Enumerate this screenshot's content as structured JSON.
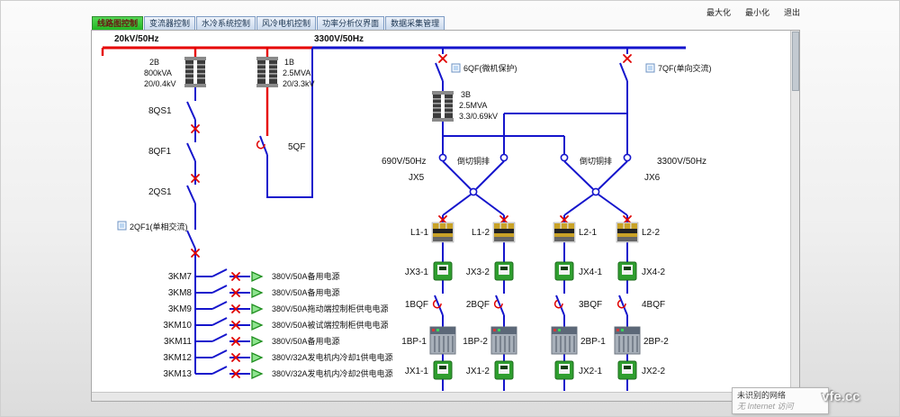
{
  "window": {
    "controls": [
      "最大化",
      "最小化",
      "退出"
    ],
    "watermark": "vfe.cc"
  },
  "tabs": [
    "线路图控制",
    "变流器控制",
    "水冷系统控制",
    "风冷电机控制",
    "功率分析仪界面",
    "数据采集管理"
  ],
  "popup": {
    "title": "未识别的网络",
    "subtitle": "无 Internet 访问"
  },
  "diagram": {
    "bus20kv": "20kV/50Hz",
    "bus3300": "3300V/50Hz",
    "t2b": {
      "name": "2B",
      "kva": "800kVA",
      "ratio": "20/0.4kV"
    },
    "t1b": {
      "name": "1B",
      "kva": "2.5MVA",
      "ratio": "20/3.3kV"
    },
    "t3b": {
      "name": "3B",
      "kva": "2.5MVA",
      "ratio": "3.3/0.69kV"
    },
    "sw8qs1": "8QS1",
    "sw8qf1": "8QF1",
    "sw2qs1": "2QS1",
    "sw2qf1": "2QF1(单相交流)",
    "sw5qf": "5QF",
    "sw6qf": "6QF(微机保护)",
    "sw7qf": "7QF(单向交流)",
    "rail690": "690V/50Hz",
    "rail3300": "3300V/50Hz",
    "busbar1": "倒切铜排",
    "busbar2": "倒切铜排",
    "jx5": "JX5",
    "jx6": "JX6",
    "lrow": [
      "L1-1",
      "L1-2",
      "L2-1",
      "L2-2"
    ],
    "jx34": [
      "JX3-1",
      "JX3-2",
      "JX4-1",
      "JX4-2"
    ],
    "bqf": [
      "1BQF",
      "2BQF",
      "3BQF",
      "4BQF"
    ],
    "bp": [
      "1BP-1",
      "1BP-2",
      "2BP-1",
      "2BP-2"
    ],
    "jx12": [
      "JX1-1",
      "JX1-2",
      "JX2-1",
      "JX2-2"
    ],
    "feeders": [
      {
        "name": "3KM7",
        "desc": "380V/50A备用电源"
      },
      {
        "name": "3KM8",
        "desc": "380V/50A备用电源"
      },
      {
        "name": "3KM9",
        "desc": "380V/50A拖动端控制柜供电电源"
      },
      {
        "name": "3KM10",
        "desc": "380V/50A被试端控制柜供电电源"
      },
      {
        "name": "3KM11",
        "desc": "380V/50A备用电源"
      },
      {
        "name": "3KM12",
        "desc": "380V/32A发电机内冷却1供电电源"
      },
      {
        "name": "3KM13",
        "desc": "380V/32A发电机内冷却2供电电源"
      }
    ]
  }
}
